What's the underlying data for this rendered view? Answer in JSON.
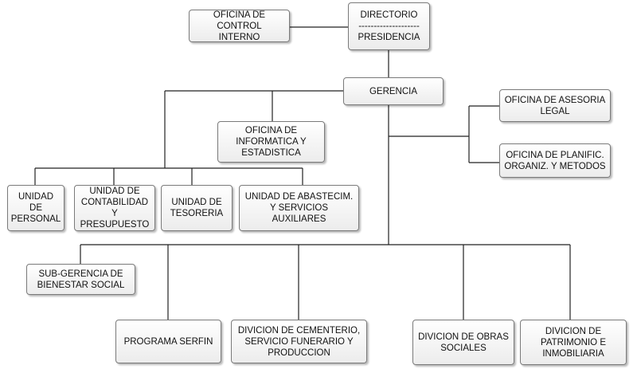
{
  "nodes": {
    "oficina_control": "OFICINA DE CONTROL\nINTERNO",
    "directorio": "DIRECTORIO\n--------------------\nPRESIDENCIA",
    "gerencia": "GERENCIA",
    "asesoria_legal": "OFICINA DE ASESORIA\nLEGAL",
    "informatica": "OFICINA DE\nINFORMATICA Y\nESTADISTICA",
    "planificacion": "OFICINA DE PLANIFIC.\nORGANIZ. Y METODOS",
    "personal": "UNIDAD DE\nPERSONAL",
    "contabilidad": "UNIDAD DE\nCONTABILIDAD Y\nPRESUPUESTO",
    "tesoreria": "UNIDAD DE\nTESORERIA",
    "abastecimiento": "UNIDAD DE ABASTECIM.\nY SERVICIOS AUXILIARES",
    "bienestar_social": "SUB-GERENCIA DE\nBIENESTAR SOCIAL",
    "serfin": "PROGRAMA SERFIN",
    "cementerio": "DIVICION DE CEMENTERIO,\nSERVICIO FUNERARIO Y\nPRODUCCION",
    "obras_sociales": "DIVICION DE OBRAS\nSOCIALES",
    "patrimonio": "DIVICION DE\nPATRIMONIO E\nINMOBILIARIA"
  }
}
